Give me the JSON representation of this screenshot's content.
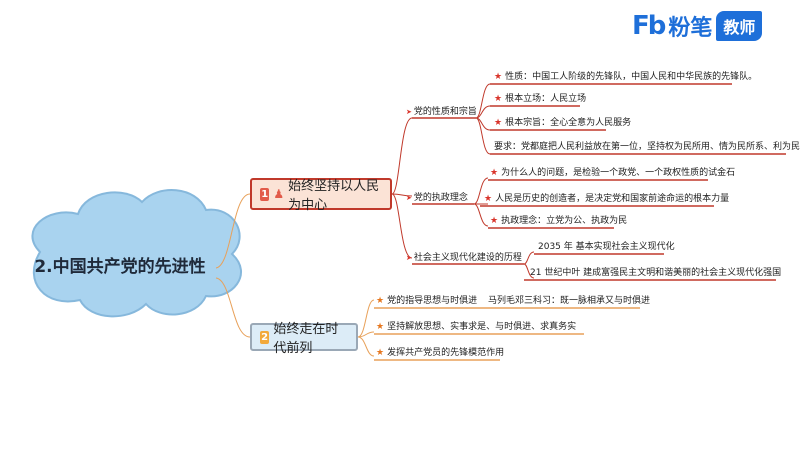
{
  "logo": {
    "mark": "Fb",
    "brand": "粉笔",
    "badge": "教师"
  },
  "central": {
    "title": "2.中国共产党的先进性"
  },
  "branches": [
    {
      "badge": "1",
      "title": "始终坚持以人民为中心",
      "subs": [
        {
          "label": "党的性质和宗旨",
          "leaves": [
            "性质：中国工人阶级的先锋队，中国人民和中华民族的先锋队。",
            "根本立场：人民立场",
            "根本宗旨：全心全意为人民服务",
            "要求：党都庭把人民利益放在第一位，坚持权为民所用、情为民所系、利为民所谋"
          ]
        },
        {
          "label": "党的执政理念",
          "leaves": [
            "为什么人的问题，是检验一个政党、一个政权性质的试金石",
            "人民是历史的创造者，是决定党和国家前途命运的根本力量",
            "执政理念：立党为公、执政为民"
          ]
        },
        {
          "label": "社会主义现代化建设的历程",
          "leaves": [
            "2035 年 基本实现社会主义现代化",
            "21 世纪中叶 建成富强民主文明和谐美丽的社会主义现代化强国"
          ]
        }
      ]
    },
    {
      "badge": "2",
      "title": "始终走在时代前列",
      "subs": [
        {
          "label": "党的指导思想与时俱进",
          "note": "马列毛邓三科习：既一脉相承又与时俱进"
        },
        {
          "label": "坚持解放思想、实事求是、与时俱进、求真务实"
        },
        {
          "label": "发挥共产党员的先锋模范作用"
        }
      ]
    }
  ],
  "colors": {
    "line_red": "#c0392b",
    "line_orange": "#e8a15a",
    "cloud_fill": "#a9d3ef",
    "cloud_stroke": "#86b8dc"
  }
}
